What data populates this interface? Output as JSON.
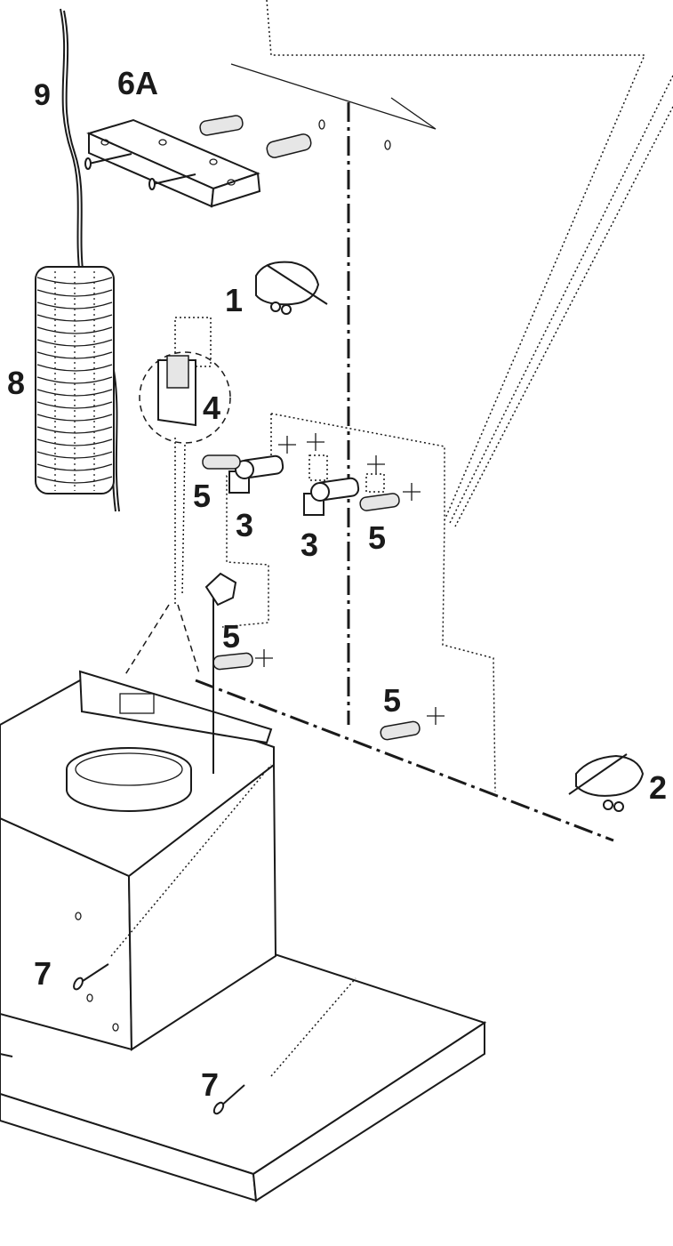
{
  "labels": {
    "l9": "9",
    "l6a": "6A",
    "l8": "8",
    "l1": "1",
    "l4": "4",
    "l5a": "5",
    "l3a": "3",
    "l3b": "3",
    "l5b": "5",
    "l5c": "5",
    "l5d": "5",
    "l2": "2",
    "l7a": "7",
    "l7b": "7"
  },
  "colors": {
    "line": "#1a1a1a",
    "background": "#ffffff"
  }
}
